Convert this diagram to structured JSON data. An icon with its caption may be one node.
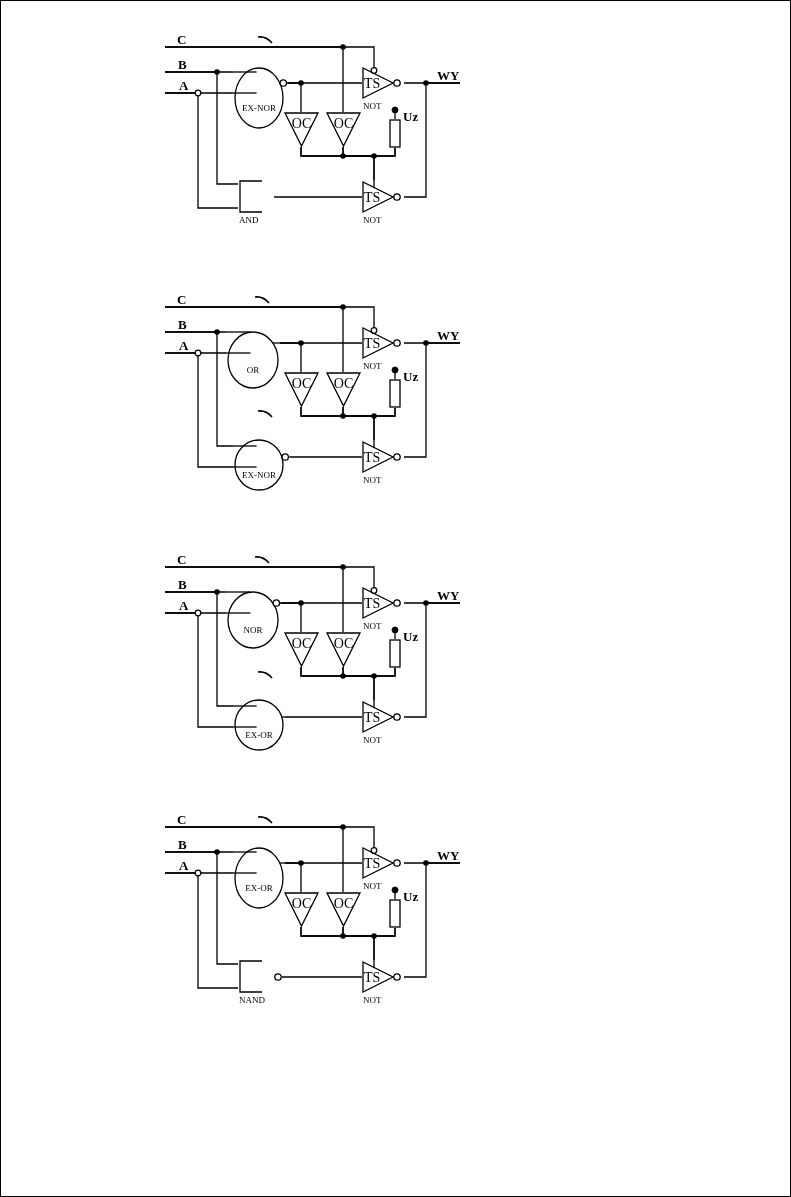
{
  "diagram": {
    "nodes": [
      {
        "text": [
          "C"
        ]
      },
      {
        "text": [
          "B"
        ]
      },
      {
        "text": [
          "A"
        ]
      },
      {
        "text": [
          "EX-NOR"
        ]
      },
      {
        "text": [
          "TS"
        ],
        "beside": [
          "NOT"
        ]
      },
      {
        "text": [
          "WY"
        ]
      },
      {
        "text": [
          "OC"
        ]
      },
      {
        "text": [
          "OC"
        ]
      },
      {
        "text": [
          "Uz"
        ]
      },
      {
        "text": [],
        "shape": "box"
      },
      {
        "text": [
          "AND"
        ]
      },
      {
        "text": [
          "TS"
        ],
        "beside": [
          "NOT"
        ]
      },
      {
        "text": [
          "C"
        ]
      },
      {
        "text": [
          "B"
        ]
      },
      {
        "text": [
          "A"
        ]
      },
      {
        "text": [
          "OR"
        ]
      },
      {
        "text": [
          "TS"
        ],
        "beside": [
          "NOT"
        ]
      },
      {
        "text": [
          "WY"
        ]
      },
      {
        "text": [
          "OC"
        ]
      },
      {
        "text": [
          "OC"
        ]
      },
      {
        "text": [
          "Uz"
        ]
      },
      {
        "text": [],
        "shape": "box"
      },
      {
        "text": [
          "EX-NOR"
        ]
      },
      {
        "text": [
          "TS"
        ],
        "beside": [
          "NOT"
        ]
      },
      {
        "text": [
          "C"
        ]
      },
      {
        "text": [
          "B"
        ]
      },
      {
        "text": [
          "A"
        ]
      },
      {
        "text": [
          "NOR"
        ]
      },
      {
        "text": [
          "TS"
        ],
        "beside": [
          "NOT"
        ]
      },
      {
        "text": [
          "WY"
        ]
      },
      {
        "text": [
          "OC"
        ]
      },
      {
        "text": [
          "OC"
        ]
      },
      {
        "text": [
          "Uz"
        ]
      },
      {
        "text": [],
        "shape": "box"
      },
      {
        "text": [
          "EX-OR"
        ]
      },
      {
        "text": [
          "TS"
        ],
        "beside": [
          "NOT"
        ]
      },
      {
        "text": [
          "C"
        ]
      },
      {
        "text": [
          "B"
        ]
      },
      {
        "text": [
          "A"
        ]
      },
      {
        "text": [
          "EX-OR"
        ]
      },
      {
        "text": [
          "TS"
        ],
        "beside": [
          "NOT"
        ]
      },
      {
        "text": [
          "WY"
        ]
      },
      {
        "text": [
          "OC"
        ]
      },
      {
        "text": [
          "OC"
        ]
      },
      {
        "text": [
          "Uz"
        ]
      },
      {
        "text": [],
        "shape": "box"
      },
      {
        "text": [
          "NAND"
        ]
      },
      {
        "text": [
          "TS"
        ],
        "beside": [
          "NOT"
        ]
      }
    ],
    "edges": [
      {
        "from": 2,
        "to": 3,
        "arrow": "none"
      },
      {
        "from": 2,
        "to": 10,
        "arrow": "none"
      },
      {
        "from": 1,
        "to": 3,
        "arrow": "none"
      },
      {
        "from": 1,
        "to": 10,
        "arrow": "none"
      },
      {
        "from": 0,
        "to": 7,
        "arrow": "none"
      },
      {
        "from": 0,
        "to": 4,
        "arrow": "none"
      },
      {
        "from": 3,
        "to": 6,
        "arrow": "none"
      },
      {
        "from": 3,
        "to": 4,
        "arrow": "none"
      },
      {
        "from": 6,
        "to": 9,
        "arrow": "none"
      },
      {
        "from": 7,
        "to": 9,
        "arrow": "none"
      },
      {
        "from": 6,
        "to": 11,
        "arrow": "none"
      },
      {
        "from": 7,
        "to": 11,
        "arrow": "none"
      },
      {
        "from": 9,
        "to": 8,
        "arrow": "other"
      },
      {
        "from": 10,
        "to": 11,
        "arrow": "none"
      },
      {
        "from": 4,
        "to": 5,
        "arrow": "none"
      },
      {
        "from": 11,
        "to": 5,
        "arrow": "none"
      },
      {
        "from": 14,
        "to": 15,
        "arrow": "none"
      },
      {
        "from": 14,
        "to": 22,
        "arrow": "none"
      },
      {
        "from": 13,
        "to": 15,
        "arrow": "none"
      },
      {
        "from": 13,
        "to": 22,
        "arrow": "none"
      },
      {
        "from": 12,
        "to": 19,
        "arrow": "none"
      },
      {
        "from": 12,
        "to": 16,
        "arrow": "none"
      },
      {
        "from": 15,
        "to": 18,
        "arrow": "none"
      },
      {
        "from": 15,
        "to": 16,
        "arrow": "none"
      },
      {
        "from": 18,
        "to": 21,
        "arrow": "none"
      },
      {
        "from": 19,
        "to": 21,
        "arrow": "none"
      },
      {
        "from": 18,
        "to": 23,
        "arrow": "none"
      },
      {
        "from": 19,
        "to": 23,
        "arrow": "none"
      },
      {
        "from": 21,
        "to": 20,
        "arrow": "other"
      },
      {
        "from": 22,
        "to": 23,
        "arrow": "none"
      },
      {
        "from": 16,
        "to": 17,
        "arrow": "none"
      },
      {
        "from": 23,
        "to": 17,
        "arrow": "none"
      },
      {
        "from": 26,
        "to": 27,
        "arrow": "none"
      },
      {
        "from": 26,
        "to": 34,
        "arrow": "none"
      },
      {
        "from": 25,
        "to": 27,
        "arrow": "none"
      },
      {
        "from": 25,
        "to": 34,
        "arrow": "none"
      },
      {
        "from": 24,
        "to": 31,
        "arrow": "none"
      },
      {
        "from": 24,
        "to": 28,
        "arrow": "none"
      },
      {
        "from": 27,
        "to": 30,
        "arrow": "none"
      },
      {
        "from": 27,
        "to": 28,
        "arrow": "none"
      },
      {
        "from": 30,
        "to": 33,
        "arrow": "none"
      },
      {
        "from": 31,
        "to": 33,
        "arrow": "none"
      },
      {
        "from": 30,
        "to": 35,
        "arrow": "none"
      },
      {
        "from": 31,
        "to": 35,
        "arrow": "none"
      },
      {
        "from": 33,
        "to": 32,
        "arrow": "other"
      },
      {
        "from": 34,
        "to": 35,
        "arrow": "none"
      },
      {
        "from": 28,
        "to": 29,
        "arrow": "none"
      },
      {
        "from": 35,
        "to": 29,
        "arrow": "none"
      },
      {
        "from": 38,
        "to": 39,
        "arrow": "none"
      },
      {
        "from": 38,
        "to": 46,
        "arrow": "none"
      },
      {
        "from": 37,
        "to": 39,
        "arrow": "none"
      },
      {
        "from": 37,
        "to": 46,
        "arrow": "none"
      },
      {
        "from": 36,
        "to": 43,
        "arrow": "none"
      },
      {
        "from": 36,
        "to": 40,
        "arrow": "none"
      },
      {
        "from": 39,
        "to": 42,
        "arrow": "none"
      },
      {
        "from": 39,
        "to": 40,
        "arrow": "none"
      },
      {
        "from": 42,
        "to": 45,
        "arrow": "none"
      },
      {
        "from": 43,
        "to": 45,
        "arrow": "none"
      },
      {
        "from": 42,
        "to": 47,
        "arrow": "none"
      },
      {
        "from": 43,
        "to": 47,
        "arrow": "none"
      },
      {
        "from": 45,
        "to": 44,
        "arrow": "other"
      },
      {
        "from": 46,
        "to": 47,
        "arrow": "none"
      },
      {
        "from": 40,
        "to": 41,
        "arrow": "none"
      },
      {
        "from": 47,
        "to": 41,
        "arrow": "none"
      }
    ]
  }
}
